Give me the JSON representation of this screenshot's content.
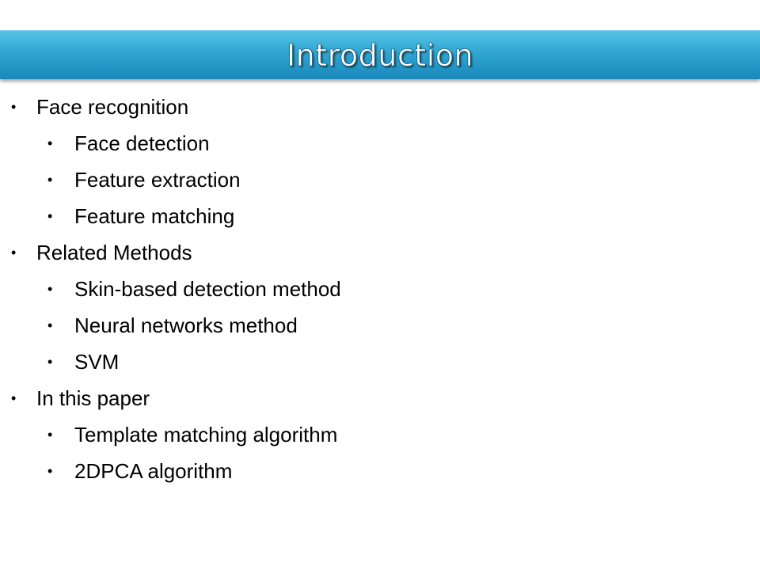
{
  "slide": {
    "title": "Introduction",
    "accent_color": "#2fa6d2",
    "bullet_icon": "bullet-dot",
    "items": [
      {
        "level": 1,
        "text": "Face recognition"
      },
      {
        "level": 2,
        "text": "Face detection"
      },
      {
        "level": 2,
        "text": "Feature extraction"
      },
      {
        "level": 2,
        "text": "Feature matching"
      },
      {
        "level": 1,
        "text": "Related Methods"
      },
      {
        "level": 2,
        "text": "Skin-based detection method"
      },
      {
        "level": 2,
        "text": "Neural networks method"
      },
      {
        "level": 2,
        "text": "SVM"
      },
      {
        "level": 1,
        "text": "In this paper"
      },
      {
        "level": 2,
        "text": "Template matching algorithm"
      },
      {
        "level": 2,
        "text": "2DPCA algorithm"
      }
    ]
  }
}
